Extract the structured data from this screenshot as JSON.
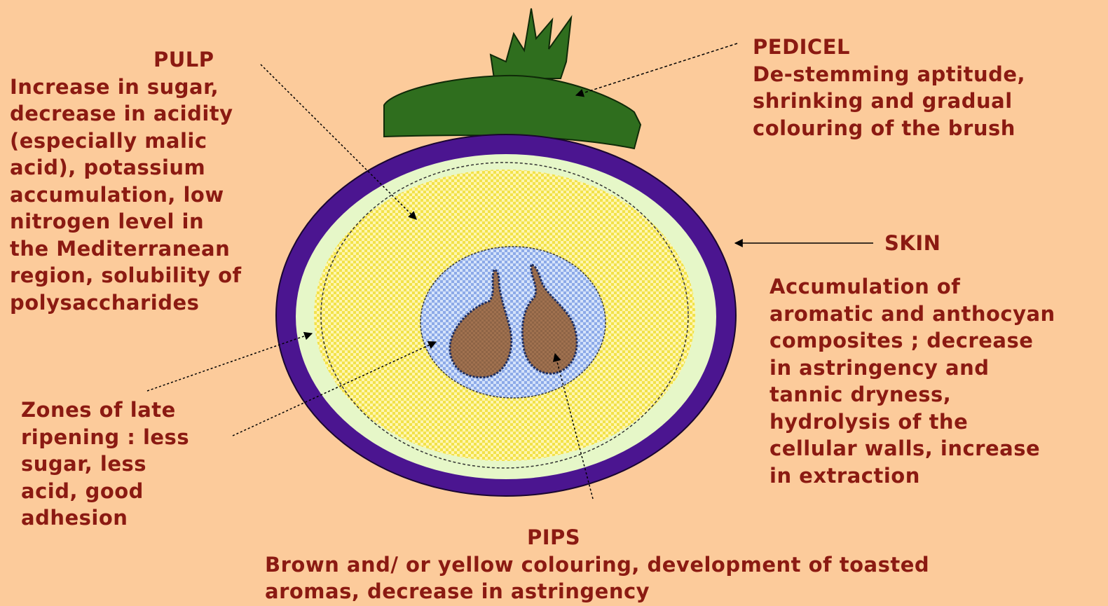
{
  "colors": {
    "background": "#FCCB9B",
    "text": "#8B1A12",
    "skin": "#4B1590",
    "inner_ring": "#E6F7C8",
    "pulp": "#F2E24A",
    "seed_zone": "#9DB8F0",
    "pips": "#9C6F50",
    "stem": "#2F6E1E"
  },
  "labels": {
    "pulp": {
      "heading": "PULP",
      "lines": [
        "Increase in sugar,",
        "decrease in acidity",
        "(especially malic",
        "acid), potassium",
        "accumulation, low",
        "nitrogen level in",
        "the Mediterranean",
        "region, solubility of",
        "polysaccharides"
      ]
    },
    "pedicel": {
      "heading": "PEDICEL",
      "lines": [
        "De-stemming aptitude,",
        "shrinking and gradual",
        "colouring of the brush"
      ]
    },
    "skin": {
      "heading": "SKIN",
      "lines": [
        "Accumulation of",
        "aromatic and anthocyan",
        "composites ; decrease",
        "in astringency and",
        "tannic dryness,",
        "hydrolysis of the",
        "cellular walls, increase",
        "in extraction"
      ]
    },
    "zones": {
      "lines": [
        "Zones of late",
        "ripening : less",
        "sugar, less",
        "acid, good",
        "adhesion"
      ]
    },
    "pips": {
      "heading": "PIPS",
      "lines": [
        "Brown and/ or yellow colouring, development of toasted",
        "aromas, decrease in astringency"
      ]
    }
  }
}
